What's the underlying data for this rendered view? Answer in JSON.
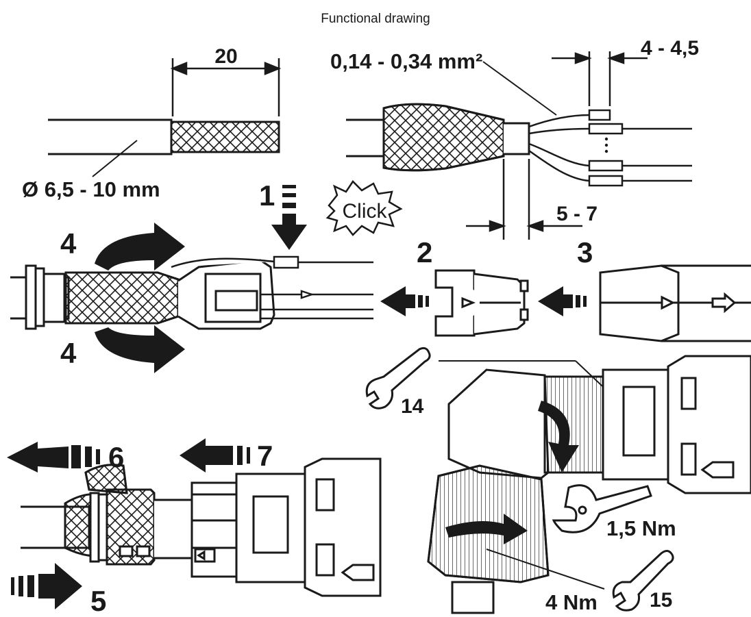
{
  "title": "Functional drawing",
  "labels": {
    "strip_length": "20",
    "cable_diameter": "Ø 6,5 - 10 mm",
    "wire_cross_section": "0,14 - 0,34 mm²",
    "ferrule_length": "4 - 4,5",
    "wire_strip": "5 - 7",
    "click": "Click",
    "wrench_1": "14",
    "wrench_2": "15",
    "torque_1": "1,5 Nm",
    "torque_2": "4 Nm"
  },
  "steps": [
    "1",
    "2",
    "3",
    "4",
    "4",
    "5",
    "6",
    "7"
  ],
  "colors": {
    "ink": "#1a1a1a",
    "background": "#ffffff",
    "fill_light": "#f2f2f2"
  }
}
